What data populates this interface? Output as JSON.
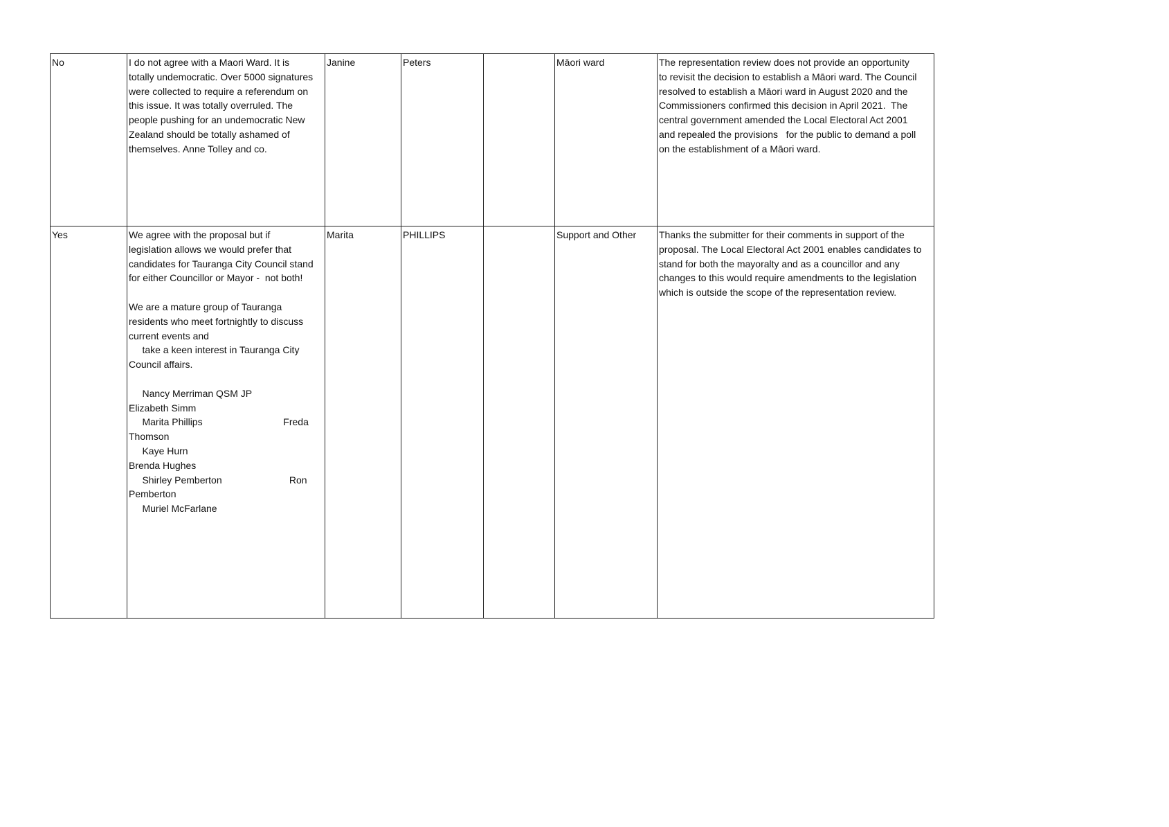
{
  "rows": [
    {
      "answer": "No",
      "comment": "I do not agree with a Maori Ward. It is\ntotally undemocratic. Over 5000 signatures\nwere collected to require a referendum on\nthis issue. It was totally overruled. The\npeople pushing for an undemocratic New\nZealand should be totally ashamed of\nthemselves. Anne Tolley and co.",
      "first_name": "Janine",
      "last_name": "Peters",
      "organisation": "",
      "topic": "Māori ward",
      "response": "The representation review does not provide an opportunity\nto revisit the decision to establish a Māori ward. The Council\nresolved to establish a Māori ward in August 2020 and the\nCommissioners confirmed this decision in April 2021.  The\ncentral government amended the Local Electoral Act 2001\nand repealed the provisions   for the public to demand a poll\non the establishment of a Māori ward."
    },
    {
      "answer": "Yes",
      "comment": "We agree with the proposal but if\nlegislation allows we would prefer that\ncandidates for Tauranga City Council stand\nfor either Councillor or Mayor -  not both!\n\nWe are a mature group of Tauranga\nresidents who meet fortnightly to discuss\ncurrent events and\n     take a keen interest in Tauranga City\nCouncil affairs.\n\n     Nancy Merriman QSM JP\nElizabeth Simm\n     Marita Phillips                              Freda\nThomson\n     Kaye Hurn\nBrenda Hughes\n     Shirley Pemberton                         Ron\nPemberton\n     Muriel McFarlane",
      "first_name": "Marita",
      "last_name": "PHILLIPS",
      "organisation": "",
      "topic": "Support and Other",
      "response": "Thanks the submitter for their comments in support of the\nproposal. The Local Electoral Act 2001 enables candidates to\nstand for both the mayoralty and as a councillor and any\nchanges to this would require amendments to the legislation\nwhich is outside the scope of the representation review."
    }
  ]
}
